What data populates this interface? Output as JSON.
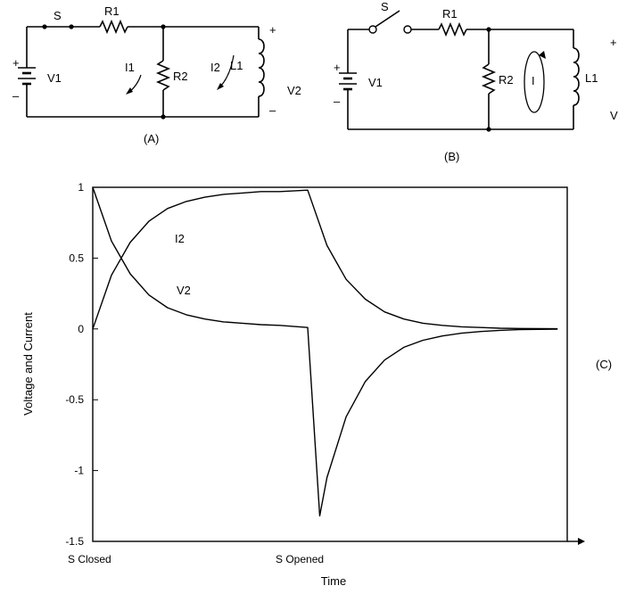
{
  "circuit_a": {
    "caption": "(A)",
    "switch": "S",
    "resistor1": "R1",
    "resistor2": "R2",
    "inductor": "L1",
    "source": "V1",
    "output": "V2",
    "current1": "I1",
    "current2": "I2",
    "plus_source": "+",
    "minus_source": "–",
    "plus_output": "+",
    "minus_output": "–"
  },
  "circuit_b": {
    "caption": "(B)",
    "switch": "S",
    "resistor1": "R1",
    "resistor2": "R2",
    "inductor": "L1",
    "source": "V1",
    "output": "V",
    "current": "I",
    "plus_source": "+",
    "minus_source": "–",
    "plus_output": "+"
  },
  "graph_caption": "(C)",
  "chart_data": {
    "type": "line",
    "xlabel": "Time",
    "ylabel": "Voltage and Current",
    "ylim": [
      -1.5,
      1
    ],
    "xlim": [
      0,
      10
    ],
    "y_ticks": [
      "1",
      "0.5",
      "0",
      "-0.5",
      "-1",
      "-1.5"
    ],
    "y_tick_values": [
      1,
      0.5,
      0,
      -0.5,
      -1,
      -1.5
    ],
    "x_ticks": [
      "S Closed",
      "S Opened"
    ],
    "x_tick_values": [
      0,
      4.6
    ],
    "series": [
      {
        "name": "I2",
        "x": [
          0,
          0.4,
          0.8,
          1.2,
          1.6,
          2.0,
          2.4,
          2.8,
          3.2,
          3.6,
          4.0,
          4.6,
          5.0,
          5.4,
          5.8,
          6.2,
          6.6,
          7.0,
          7.4,
          7.8,
          8.2,
          8.6,
          9.0,
          9.4,
          9.8
        ],
        "y": [
          0,
          0.38,
          0.61,
          0.76,
          0.85,
          0.9,
          0.93,
          0.95,
          0.96,
          0.97,
          0.97,
          0.98,
          0.59,
          0.35,
          0.21,
          0.12,
          0.07,
          0.04,
          0.025,
          0.015,
          0.01,
          0.005,
          0.003,
          0.002,
          0.001
        ]
      },
      {
        "name": "V2",
        "x": [
          0,
          0.4,
          0.8,
          1.2,
          1.6,
          2.0,
          2.4,
          2.8,
          3.2,
          3.6,
          4.0,
          4.6,
          4.85,
          5.0,
          5.4,
          5.8,
          6.2,
          6.6,
          7.0,
          7.4,
          7.8,
          8.2,
          8.6,
          9.0,
          9.4,
          9.8
        ],
        "y": [
          1,
          0.62,
          0.39,
          0.24,
          0.15,
          0.1,
          0.07,
          0.05,
          0.04,
          0.03,
          0.025,
          0.01,
          -1.32,
          -1.05,
          -0.62,
          -0.37,
          -0.22,
          -0.13,
          -0.08,
          -0.05,
          -0.03,
          -0.018,
          -0.01,
          -0.005,
          -0.003,
          -0.001
        ]
      }
    ]
  }
}
